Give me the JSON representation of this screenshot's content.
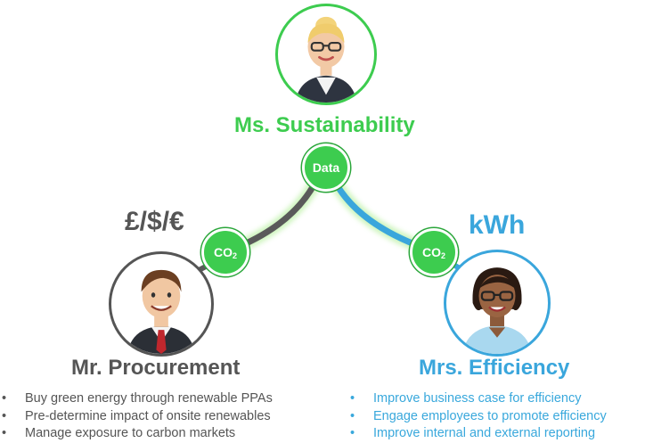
{
  "colors": {
    "green": "#3dcc4f",
    "gray": "#555555",
    "blue": "#3aa6dc",
    "text_dark": "#555555",
    "text_bullet_blue": "#39a8dc"
  },
  "people": {
    "sustainability": {
      "name": "Ms. Sustainability",
      "icon": "businesswoman-glasses-blonde-avatar-icon"
    },
    "procurement": {
      "name": "Mr. Procurement",
      "icon": "businessman-red-tie-avatar-icon"
    },
    "efficiency": {
      "name": "Mrs. Efficiency",
      "icon": "businesswoman-glasses-dark-hair-avatar-icon"
    }
  },
  "nodes": {
    "data": "Data",
    "co2_left_main": "CO",
    "co2_left_sub": "2",
    "co2_right_main": "CO",
    "co2_right_sub": "2"
  },
  "units": {
    "currency": "£/$/€",
    "energy": "kWh"
  },
  "bullets": {
    "marker": "•",
    "procurement": [
      "Buy green energy through renewable PPAs",
      "Pre-determine impact of onsite renewables",
      "Manage exposure to carbon markets"
    ],
    "efficiency": [
      "Improve business case for efficiency",
      "Engage employees to promote efficiency",
      "Improve internal and external reporting"
    ]
  }
}
